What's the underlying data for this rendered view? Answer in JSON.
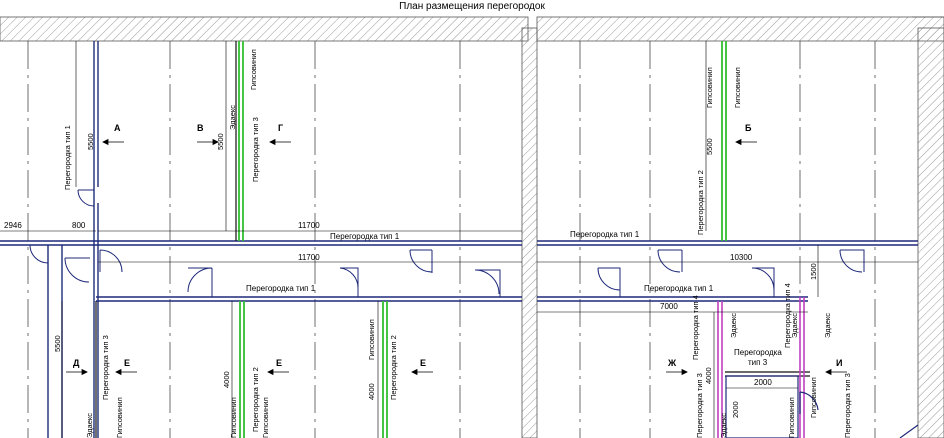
{
  "title": "План размещения перегородок",
  "dimensions": {
    "left_2946": "2946",
    "left_800": "800",
    "top_11700": "11700",
    "corridor_11700": "11700",
    "right_10300": "10300",
    "right_7000": "7000",
    "right_1500": "1500",
    "v_5500_a": "5500",
    "v_5500_b": "5500",
    "v_5500_c": "5500",
    "v_5500_d": "5500",
    "v_4000_a": "4000",
    "v_4000_b": "4000",
    "v_4000_c": "4000",
    "v_2000_a": "2000",
    "h_2000": "2000"
  },
  "section_marks": {
    "a": "А",
    "b": "Б",
    "v": "В",
    "g": "Г",
    "d": "Д",
    "e1": "Е",
    "e2": "Е",
    "e3": "Е",
    "zh": "Ж",
    "i": "И"
  },
  "partition_labels": {
    "type1_left_vertical": "Перегородка тип 1",
    "type3_top": "Перегородка тип 3",
    "type2_right_top": "Перегородка тип 2",
    "type1_corridor_top_left": "Перегородка тип 1",
    "type1_corridor_top_right": "Перегородка тип 1",
    "type1_corridor_bottom_left": "Перегородка тип 1",
    "type1_corridor_bottom_right": "Перегородка тип 1",
    "type3_bottom_left": "Перегородка тип 3",
    "type2_bottom_mid": "Перегородка тип 2",
    "type2_bottom_right": "Перегородка тип 2",
    "type4_a": "Перегородка тип 4",
    "type4_b": "Перегородка тип 4",
    "type3_room_line1": "Перегородка",
    "type3_room_line2": "тип 3",
    "type3_bottom_right": "Перегородка тип 3",
    "type3_far_right": "Перегородка тип 3"
  },
  "materials": {
    "zdanis_1": "Эдаекс",
    "gipsovinil_1": "Гипсовинил",
    "gipsovinil_2": "Гипсовинил",
    "gipsovinil_3": "Гипсовинил",
    "gipsovinil_4": "Гипсовинил",
    "gipsovinil_5": "Гипсовинил",
    "gipsovinil_6": "Гипсовинил",
    "gipsovinil_7": "Гипсовинил",
    "zdanis_2": "Эдаекс",
    "zdanis_3": "Эдаекс",
    "zdanis_4": "Эдаекс",
    "zdanis_5": "Эдаекс",
    "zdanis_6": "Эдаекс",
    "gipsovinil_8": "Гипсовинил",
    "gipsovinil_9": "Гипсовинил"
  },
  "colors": {
    "wall_hatch": "#9a9a9a",
    "partition_blue": "#1f2a7a",
    "gipsovinil_green": "#2fbf2f",
    "type4_magenta": "#c23fc2",
    "grid_line": "#222222"
  }
}
